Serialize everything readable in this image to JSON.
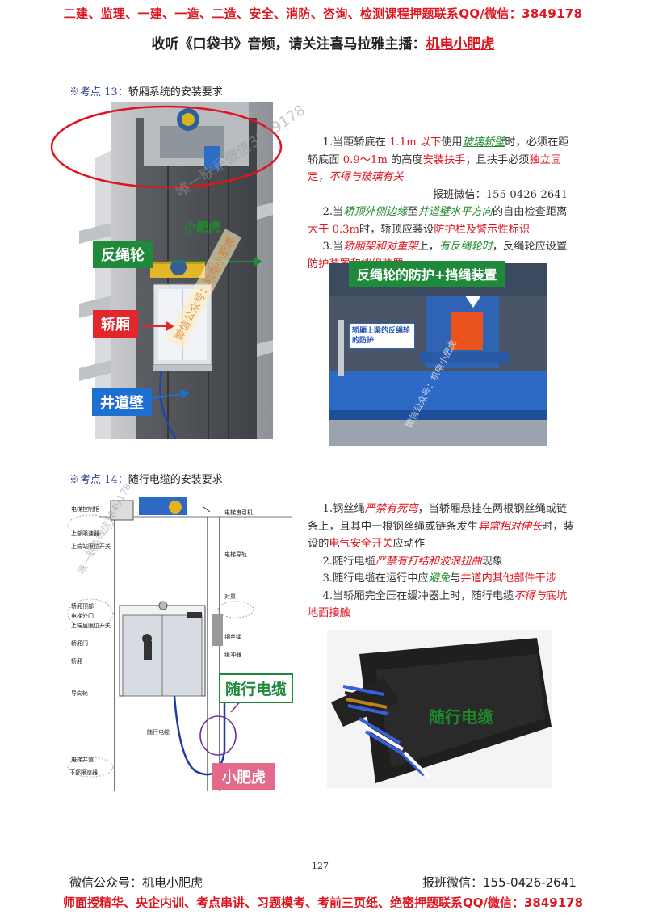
{
  "header": {
    "banner": "二建、监理、一建、一造、二造、安全、消防、咨询、检测课程押题联系QQ/微信：3849178",
    "subtitle_prefix": "收听《口袋书》音频，请关注喜马拉雅主播：",
    "subtitle_name": "机电小肥虎"
  },
  "section13": {
    "marker": "※考点 13：",
    "title": "轿厢系统的安装要求",
    "labels": {
      "rope_wheel": "反绳轮",
      "car": "轿厢",
      "shaft_wall": "井道壁",
      "brand": "小肥虎"
    },
    "photo_caption": "反绳轮的防护+挡绳装置",
    "photo_inner_label": "轿厢上梁的反绳轮的防护",
    "items": [
      {
        "num": "1.",
        "t1": "当距轿底在 ",
        "h1": "1.1m 以下",
        "t2": "使用",
        "h2": "玻璃轿壁",
        "t3": "时，必须在距轿底面 ",
        "h3": "0.9～1m",
        "t4": " 的高度",
        "h4": "安装扶手",
        "t5": "；且扶手必须",
        "h5": "独立固定",
        "t6": "，",
        "h6": "不得与玻璃有关"
      },
      {
        "num": "2.",
        "t1": "当",
        "h1": "轿顶外侧边缘",
        "t2": "至",
        "h2": "井道壁水平方向",
        "t3": "的自由检查距离",
        "h3": "大于 0.3m",
        "t4": "时，轿顶应装设",
        "h4": "防护栏及警示性标识"
      },
      {
        "num": "3.",
        "t1": "当",
        "h1": "轿厢架和对重架",
        "t2": "上，",
        "h2": "有反绳轮时",
        "t3": "，反绳轮应设置",
        "h3": "防护装置和挡绳装置"
      }
    ],
    "contact": "报班微信：155-0426-2641"
  },
  "section14": {
    "marker": "※考点 14：",
    "title": "随行电缆的安装要求",
    "labels": {
      "cable": "随行电缆",
      "brand": "小肥虎",
      "photo_cable": "随行电缆"
    },
    "diagram_labels": [
      "电梯控制柜",
      "上部限速器",
      "电梯曳引机",
      "上端站限位开关",
      "电梯导轨",
      "轿厢顶部",
      "电梯外门",
      "上端层限位开关",
      "轿厢门",
      "钢丝绳",
      "轿厢",
      "随行电缆",
      "导向轮",
      "缓冲器",
      "电梯井道",
      "下部限速器",
      "对重"
    ],
    "items": [
      {
        "num": "1.",
        "t1": "钢丝绳",
        "h1": "严禁有死弯",
        "t2": "，当轿厢悬挂在两根钢丝绳或链条上，且其中一根钢丝绳或链条发生",
        "h2": "异常相对伸长",
        "t3": "时，装设的",
        "h3": "电气安全开关",
        "t4": "应动作"
      },
      {
        "num": "2.",
        "t1": "随行电缆",
        "h1": "严禁有打结和波浪扭曲",
        "t2": "现象"
      },
      {
        "num": "3.",
        "t1": "随行电缆在运行中应",
        "h1": "避免",
        "t2": "与",
        "h2": "井道内其他部件干涉"
      },
      {
        "num": "4.",
        "t1": "当轿厢完全压在缓冲器上时，随行电缆",
        "h1": "不得与",
        "h2": "底坑地面接触"
      }
    ]
  },
  "watermarks": {
    "diag": "唯一联系微信3849178",
    "gzh": "微信公众号：机电小肥虎",
    "side": "唯一联系微信3849178"
  },
  "page_number": "127",
  "footer": {
    "left": "微信公众号：机电小肥虎",
    "right": "报班微信：155-0426-2641",
    "banner": "师面授精华、央企内训、考点串讲、习题模考、考前三页纸、绝密押题联系QQ/微信：3849178"
  },
  "colors": {
    "red": "#e0141e",
    "green": "#1f8a2a",
    "blue": "#1c4fb3",
    "tag_green": "#1e8a3a",
    "tag_red": "#e3262c",
    "tag_blue": "#1d6fd0"
  }
}
